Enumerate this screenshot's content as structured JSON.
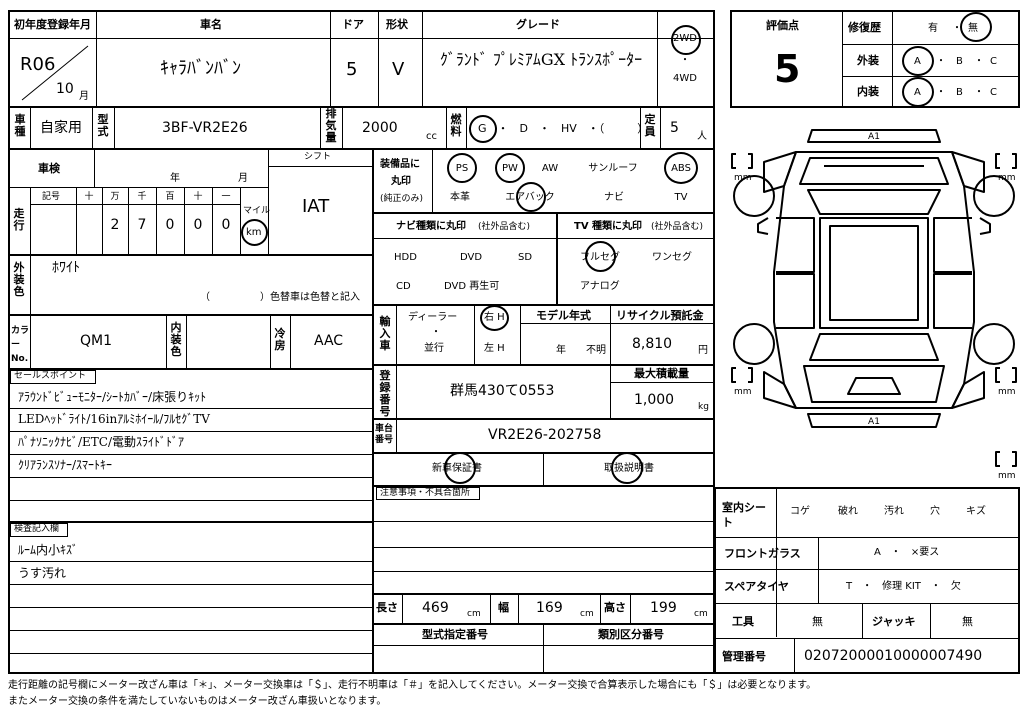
{
  "header": {
    "first_reg_label": "初年度登録年月",
    "first_reg_era": "R06",
    "first_reg_month": "10",
    "month_unit": "月",
    "car_name_label": "車名",
    "car_name": "ｷｬﾗﾊﾞﾝﾊﾞﾝ",
    "doors_label": "ドア",
    "doors": "5",
    "shape_label": "形状",
    "shape": "V",
    "grade_label": "グレード",
    "grade": "ｸﾞﾗﾝﾄﾞ ﾌﾟﾚﾐｱﾑGX ﾄﾗﾝｽﾎﾟｰﾀｰ",
    "drive_2wd": "2WD",
    "drive_dot": "・",
    "drive_4wd": "4WD"
  },
  "row2": {
    "use_label": "車種",
    "use": "自家用",
    "model_label": "型式",
    "model": "3BF-VR2E26",
    "displacement_label": "排気量",
    "displacement": "2000",
    "displacement_unit": "cc",
    "fuel_label": "燃料",
    "fuel_options": "G　・　D　・　HV　・（　　　）",
    "capacity_label": "定員",
    "capacity": "5",
    "capacity_unit": "人"
  },
  "inspection": {
    "label": "車検",
    "year_unit": "年",
    "month_unit": "月"
  },
  "shift": {
    "label": "シフト",
    "value": "IAT"
  },
  "mileage": {
    "label": "走行",
    "symbol_label": "記号",
    "units": [
      "十",
      "万",
      "千",
      "百",
      "十",
      "一"
    ],
    "digits": [
      "",
      "2",
      "7",
      "0",
      "0",
      "0"
    ],
    "mile": "マイル",
    "km": "km"
  },
  "color": {
    "label": "外装色",
    "value": "ﾎﾜｲﾄ",
    "note": "（　　　　　）色替車は色替と記入"
  },
  "color_no": {
    "label": "カラーNo.",
    "value": "QM1",
    "interior_label": "内装色",
    "ac_label": "冷房",
    "ac": "AAC"
  },
  "sales": {
    "label": "セールスポイント",
    "lines": [
      "ｱﾗｳﾝﾄﾞﾋﾞｭｰﾓﾆﾀｰ/ｼｰﾄｶﾊﾞｰ/床張りｷｯﾄ",
      "LEDﾍｯﾄﾞﾗｲﾄ/16inｱﾙﾐﾎｲｰﾙ/ﾌﾙｾｸﾞTV",
      "ﾊﾟﾅｿﾆｯｸﾅﾋﾞ/ETC/電動ｽﾗｲﾄﾞﾄﾞｱ",
      "ｸﾘｱﾗﾝｽｿﾅｰ/ｽﾏｰﾄｷｰ"
    ]
  },
  "inspect_notes": {
    "label": "検査記入欄",
    "lines": [
      "ﾙｰﾑ内小ｷｽﾞ",
      "うす汚れ"
    ]
  },
  "equipment": {
    "label": "装備品に丸印",
    "sub": "(純正のみ)",
    "row1": [
      "PS",
      "PW",
      "AW",
      "サンルーフ",
      "ABS"
    ],
    "row2": [
      "本革",
      "エアバック",
      "ナビ",
      "TV"
    ]
  },
  "navi": {
    "label": "ナビ種類に丸印",
    "sub": "(社外品含む)",
    "items": [
      "HDD",
      "DVD",
      "SD",
      "CD",
      "DVD 再生可"
    ]
  },
  "tv": {
    "label": "TV 種類に丸印",
    "sub": "(社外品含む)",
    "items": [
      "フルセグ",
      "ワンセグ",
      "アナログ"
    ]
  },
  "import": {
    "label": "輸入車",
    "dealer": "ディーラー",
    "dot": "・",
    "parallel": "並行",
    "right": "右 H",
    "left": "左 H"
  },
  "model_year": {
    "label": "モデル年式",
    "year_unit": "年",
    "unknown": "不明"
  },
  "recycle": {
    "label": "リサイクル預託金",
    "value": "8,810",
    "unit": "円"
  },
  "reg_no": {
    "label": "登録番号",
    "value": "群馬430て0553"
  },
  "max_load": {
    "label": "最大積載量",
    "value": "1,000",
    "unit": "kg"
  },
  "chassis": {
    "label": "車台番号",
    "value": "VR2E26-202758"
  },
  "docs": {
    "warranty": "新車保証書",
    "manual": "取扱説明書"
  },
  "issues": {
    "label": "注意事項・不具合箇所"
  },
  "dims": {
    "length_label": "長さ",
    "length": "469",
    "width_label": "幅",
    "width": "169",
    "height_label": "高さ",
    "height": "199",
    "unit": "cm"
  },
  "type_no": {
    "label": "型式指定番号",
    "class_label": "類別区分番号"
  },
  "eval": {
    "score_label": "評価点",
    "score": "5",
    "repair_label": "修復歴",
    "repair_yes": "有",
    "repair_dot": "・",
    "repair_no": "無",
    "exterior_label": "外装",
    "interior_label": "内装",
    "grades": [
      "A",
      "・",
      "B",
      "・",
      "C"
    ]
  },
  "diagram": {
    "mark_top": "A1",
    "mark_bottom": "A1",
    "mm": "mm"
  },
  "room": {
    "label": "室内シート",
    "items": [
      "コゲ",
      "破れ",
      "汚れ",
      "穴",
      "キズ"
    ]
  },
  "windshield": {
    "label": "フロントガラス",
    "value": "A　・　×要ス"
  },
  "spare": {
    "label": "スペアタイヤ",
    "value": "T　・　修理 KIT　・　欠"
  },
  "tools": {
    "label": "工具",
    "value": "無",
    "jack_label": "ジャッキ",
    "jack": "無"
  },
  "mgmt": {
    "label": "管理番号",
    "value": "02072000010000007490"
  },
  "footer": [
    "走行距離の記号欄にメーター改ざん車は「＊」、メーター交換車は「＄」、走行不明車は「＃」を記入してください。メーター交換で合算表示した場合にも「＄」は必要となります。",
    "またメーター交換の条件を満たしていないものはメーター改ざん車扱いとなります。"
  ]
}
